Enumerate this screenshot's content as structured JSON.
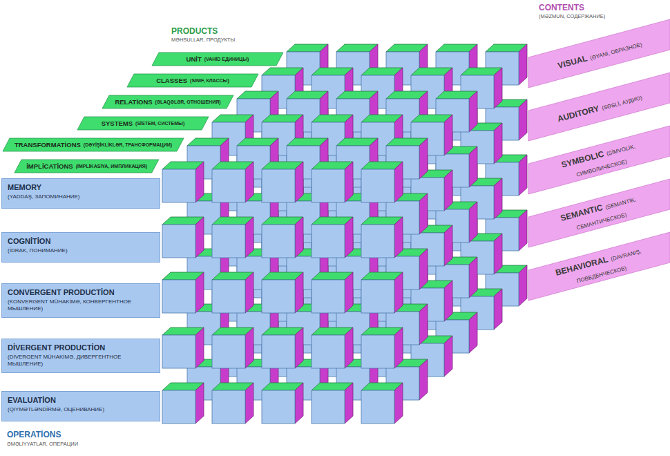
{
  "diagram": {
    "nodes": [
      {
        "text": [
          "UNİT",
          "(VAHİD ЕДИНИЦЫ)"
        ]
      },
      {
        "text": [
          "CLASSES",
          "(SINIF, КЛАССЫ)"
        ]
      },
      {
        "text": [
          "RELATİONS",
          "(ƏLAQƏLƏR, ОТНОШЕНИЯ)"
        ]
      },
      {
        "text": [
          "SYSTEMS",
          "(SİSTEM, СИСТЕМЫ)"
        ]
      },
      {
        "text": [
          "TRANSFORMATİONS",
          "(DƏYİŞİKLİKLƏR, ТРАНСФОРМАЦИИ)"
        ]
      },
      {
        "text": [
          "İMPLİCATİONS",
          "(İMPLİKASİYA, ИМПЛИКАЦИЯ)"
        ]
      },
      {
        "text": [
          "MEMORY",
          "(YADDAŞ, ЗАПОМИНАНИЕ)"
        ]
      },
      {
        "text": [
          "COGNİTİON",
          "(İDRAK, ПОНИМАНИЕ)"
        ]
      },
      {
        "text": [
          "CONVERGENT PRODUCTİON",
          "(KONVERGENT MÜHAKİMƏ, КОНВЕРГЕНТНОЕ МЫШЛЕНИЕ)"
        ]
      },
      {
        "text": [
          "DİVERGENT PRODUCTİON",
          "(DİVERGENT MÜHAKİMƏ, ДИВЕРГЕНТНОЕ МЫШЛЕНИЕ)"
        ]
      },
      {
        "text": [
          "EVALUATİON",
          "(QIYMƏTLƏNDİRMƏ, ОЦЕНИВАНИЕ)"
        ]
      },
      {
        "text": [
          "VISUAL",
          "(ƏYANİ, ОБРАЗНОЕ)"
        ]
      },
      {
        "text": [
          "AUDITORY",
          "(SƏSLİ, АУДИО)"
        ]
      },
      {
        "text": [
          "SYMBOLIC",
          "(SİMVOLİK, СИМВОЛИЧЕСКОЕ)"
        ]
      },
      {
        "text": [
          "SEMANTIC",
          "(SEMANTİK, СЕМАНТИЧЕСКОЕ)"
        ]
      },
      {
        "text": [
          "BEHAVIORAL",
          "(DAVRANIŞ, ПОВЕДЕНЧЕСКОЕ)"
        ]
      }
    ],
    "labels": [
      "PRODUCTS",
      "MƏHSULLAR, ПРОДУКТЫ",
      "CONTENTS",
      "(MƏZMUN, СОДЕРЖАНИЕ)",
      "OPERATİONS",
      "ƏMƏLİYYATLAR, ОПЕРАЦИИ"
    ]
  }
}
